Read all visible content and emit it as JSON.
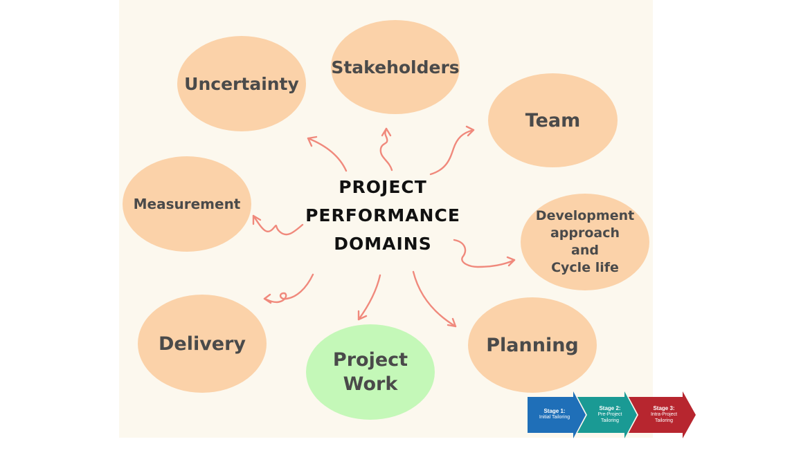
{
  "diagram": {
    "title_lines": [
      "PROJECT",
      "PERFORMANCE",
      "DOMAINS"
    ],
    "domains": {
      "uncertainty": "Uncertainty",
      "stakeholders": "Stakeholders",
      "team": "Team",
      "measurement": "Measurement",
      "development": "Development\napproach\nand\nCycle life",
      "delivery": "Delivery",
      "project_work": "Project\nWork",
      "planning": "Planning"
    },
    "colors": {
      "bubble": "#fbd2a9",
      "highlight_bubble": "#c4f8b8",
      "arrow": "#f0897c",
      "background": "#fcf8ee"
    }
  },
  "stages": [
    {
      "title": "Stage 1:",
      "subtitle": "Initial Tailoring",
      "color": "#1f6fb8"
    },
    {
      "title": "Stage 2:",
      "subtitle": "Pre-Project Tailoring",
      "color": "#1a9a94"
    },
    {
      "title": "Stage 3:",
      "subtitle": "Intra-Project Tailoring",
      "color": "#b7262f"
    }
  ]
}
